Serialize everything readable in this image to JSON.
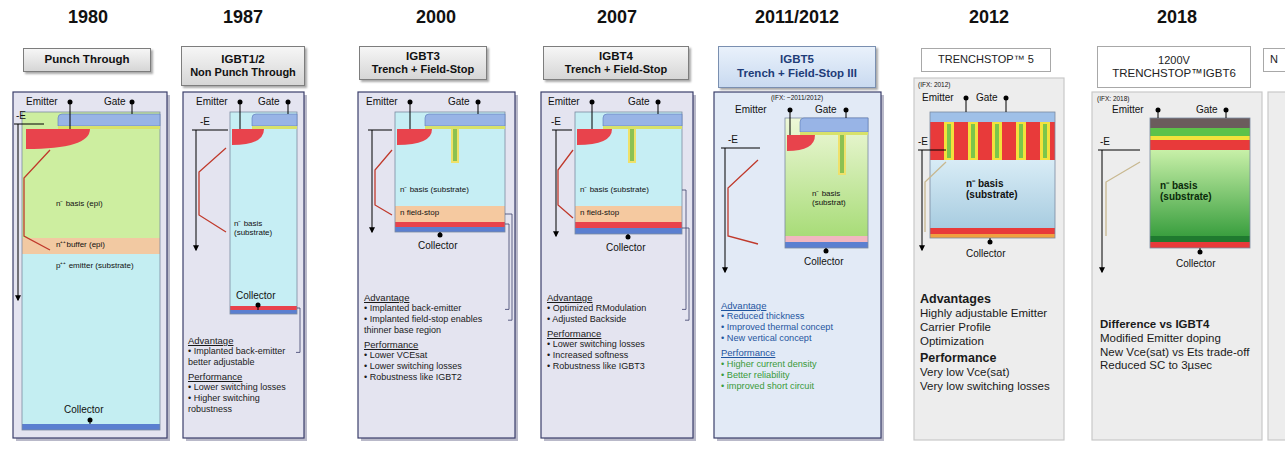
{
  "diagram": {
    "nodes": [
      {
        "text": [
          "Punch Through"
        ]
      },
      {
        "text": [
          "IGBT1/2",
          "Non Punch Through"
        ]
      },
      {
        "text": [
          "Advantage",
          "• Implanted back-emitter better adjustable",
          "Performance",
          "• Lower switching losses",
          "• Higher switching robustness"
        ]
      },
      {
        "text": [
          "IGBT3",
          "Trench + Field-Stop"
        ]
      },
      {
        "text": [
          "Advantage",
          "• Implanted back-emitter",
          "• Implanted field-stop enables thinner base region",
          "Performance",
          "• Lower VCEsat",
          "• Lower switching losses",
          "• Robustness like IGBT2"
        ]
      },
      {
        "text": [
          "IGBT4",
          "Trench + Field-Stop"
        ]
      },
      {
        "text": [
          "Advantage",
          "• Optimized RModulation",
          "• Adjusted Backside",
          "Performance",
          "• Lower switching losses",
          "• Increased softness",
          "• Robustness like IGBT3"
        ]
      },
      {
        "text": [
          "IGBT5",
          "Trench + Field-Stop III"
        ]
      },
      {
        "text": [
          "Advantage",
          "• Reduced thickness",
          "• Improved thermal concept",
          "• New vertical concept",
          "Performance",
          "• Higher current density",
          "• Better reliability",
          "• improved short circuit"
        ]
      },
      {
        "text": [
          "TRENCHSTOP™ 5"
        ]
      },
      {
        "text": [
          "Advantages",
          "Highly adjustable Emitter Carrier Profile Optimization",
          "Performance",
          "Very low Vce(sat)",
          "Very low switching losses"
        ]
      },
      {
        "text": [
          "1200V",
          "TRENCHSTOP™IGBT6"
        ]
      },
      {
        "text": [
          "Difference vs IGBT4",
          "Modified Emitter doping",
          "New Vce(sat) vs Ets trade-off",
          "Reduced SC to 3µsec"
        ]
      },
      {
        "text": [
          "N"
        ]
      }
    ],
    "labels": [
      "1980",
      "1987",
      "2000",
      "2007",
      "2011/2012",
      "2012",
      "2018",
      "Emitter",
      "Gate",
      "-E",
      "n⁻ basis (epi)",
      "n⁺⁺buffer (epi)",
      "p⁺⁺ emitter (substrate)",
      "Collector",
      "Emitter",
      "Gate",
      "-E",
      "n⁻ basis (substrate)",
      "Collector",
      "Emitter",
      "Gate",
      "n⁻ basis (substrate)",
      "n field-stop",
      "Collector",
      "Emitter",
      "Gate",
      "-E",
      "n⁻ basis (substrate)",
      "n field-stop",
      "Collector",
      "(IFX: ~2011/2012)",
      "Emitter",
      "Gate",
      "-E",
      "n⁻ basis (substrat)",
      "Collector",
      "(IFX: 2012)",
      "Emitter",
      "Gate",
      "-E",
      "n⁻ basis (substrate)",
      "Collector",
      "(IFX: 2018)",
      "Emitter",
      "Gate",
      "-E",
      "n⁻ basis (substrate)",
      "Collector"
    ]
  }
}
